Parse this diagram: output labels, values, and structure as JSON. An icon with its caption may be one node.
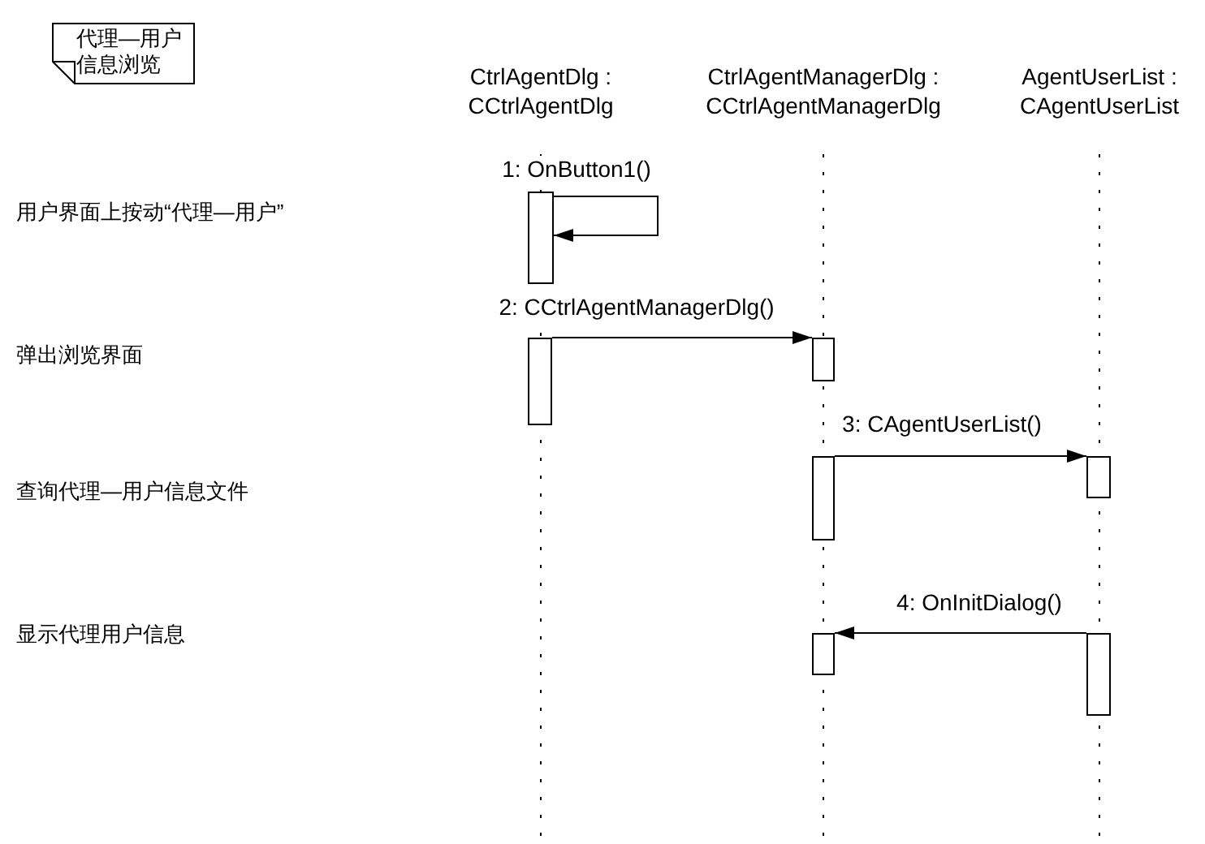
{
  "diagram": {
    "nodes": [
      {
        "text": [
          "代理—用户信息浏览"
        ]
      },
      {
        "text": [
          "CtrlAgentDlg : CCtrlAgentDlg"
        ]
      },
      {
        "text": [
          "CtrlAgentManagerDlg : CCtrlAgentManagerDlg"
        ]
      },
      {
        "text": [
          "AgentUserList : CAgentUserList"
        ]
      },
      {
        "text": [],
        "shape": "bar"
      },
      {
        "text": [],
        "shape": "bar"
      },
      {
        "text": [],
        "shape": "bar"
      },
      {
        "text": [],
        "shape": "bar"
      },
      {
        "text": [],
        "shape": "bar"
      },
      {
        "text": [],
        "shape": "bar"
      },
      {
        "text": [],
        "shape": "bar"
      }
    ],
    "edges": [
      {
        "from": 4,
        "to": 4,
        "arrow": "to",
        "label": "1: OnButton1()"
      },
      {
        "from": 5,
        "to": 6,
        "arrow": "to",
        "label": "2: CCtrlAgentManagerDlg()"
      },
      {
        "from": 7,
        "to": 8,
        "arrow": "to",
        "label": "3: CAgentUserList()"
      },
      {
        "from": 10,
        "to": 9,
        "arrow": "to",
        "label": "4: OnInitDialog()"
      }
    ],
    "labels": [
      "用户界面上按动“代理—用户”",
      "弹出浏览界面",
      "查询代理—用户信息文件",
      "显示代理用户信息"
    ]
  }
}
